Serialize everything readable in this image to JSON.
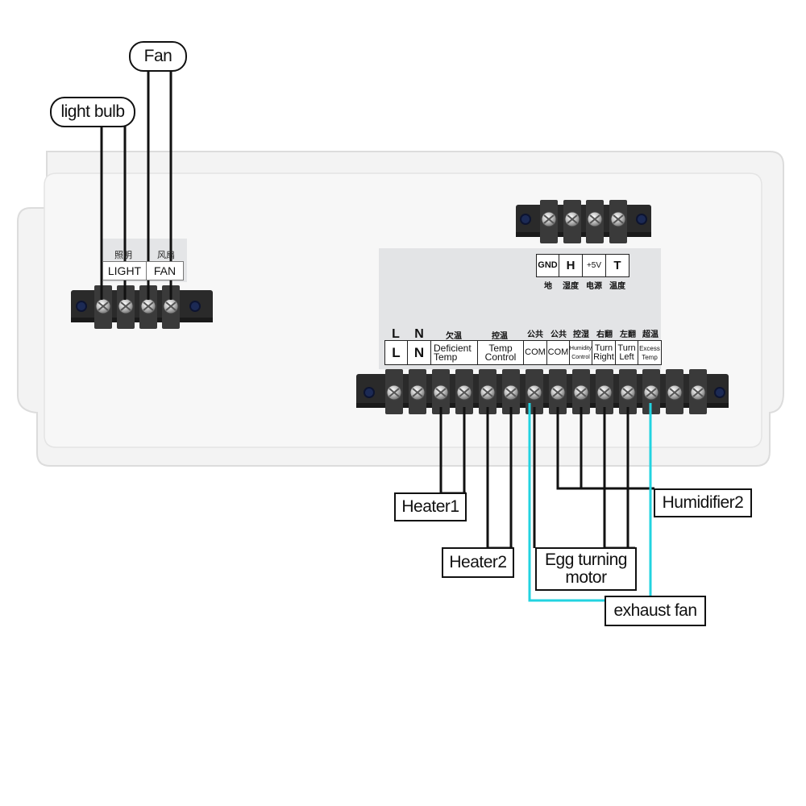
{
  "callouts": {
    "light_bulb": "light bulb",
    "fan": "Fan",
    "heater1": "Heater1",
    "heater2": "Heater2",
    "egg_turning_motor_line1": "Egg turning",
    "egg_turning_motor_line2": "motor",
    "humidifier2": "Humidifier2",
    "exhaust_fan": "exhaust fan"
  },
  "left_panel": {
    "zh_light": "照明",
    "zh_fan": "风扇",
    "light": "LIGHT",
    "fan": "FAN"
  },
  "sensor_panel": {
    "gnd": "GND",
    "h": "H",
    "plus5v": "+5V",
    "t": "T",
    "zh_gnd": "地",
    "zh_h": "湿度",
    "zh_5v": "电源",
    "zh_t": "温度"
  },
  "main_panel": {
    "l_top": "L",
    "n_top": "N",
    "zh_deficient": "欠温",
    "zh_temp_control": "控温",
    "zh_com1": "公共",
    "zh_com2": "公共",
    "zh_humidity": "控湿",
    "zh_turn_right": "右翻",
    "zh_turn_left": "左翻",
    "zh_excess": "超温",
    "l": "L",
    "n": "N",
    "deficient_1": "Deficient",
    "deficient_2": "Temp",
    "temp_control_1": "Temp",
    "temp_control_2": "Control",
    "com1": "COM",
    "com2": "COM",
    "humidity_1": "Humidity",
    "humidity_2": "Control",
    "turn_right_1": "Turn",
    "turn_right_2": "Right",
    "turn_left_1": "Turn",
    "turn_left_2": "Left",
    "excess_1": "Excess",
    "excess_2": "Temp"
  },
  "colors": {
    "wire_black": "#111111",
    "wire_cyan": "#22d3e0",
    "housing": "#f4f4f4",
    "panel_label": "#e3e4e6",
    "terminal_block": "#2a2a2a"
  }
}
